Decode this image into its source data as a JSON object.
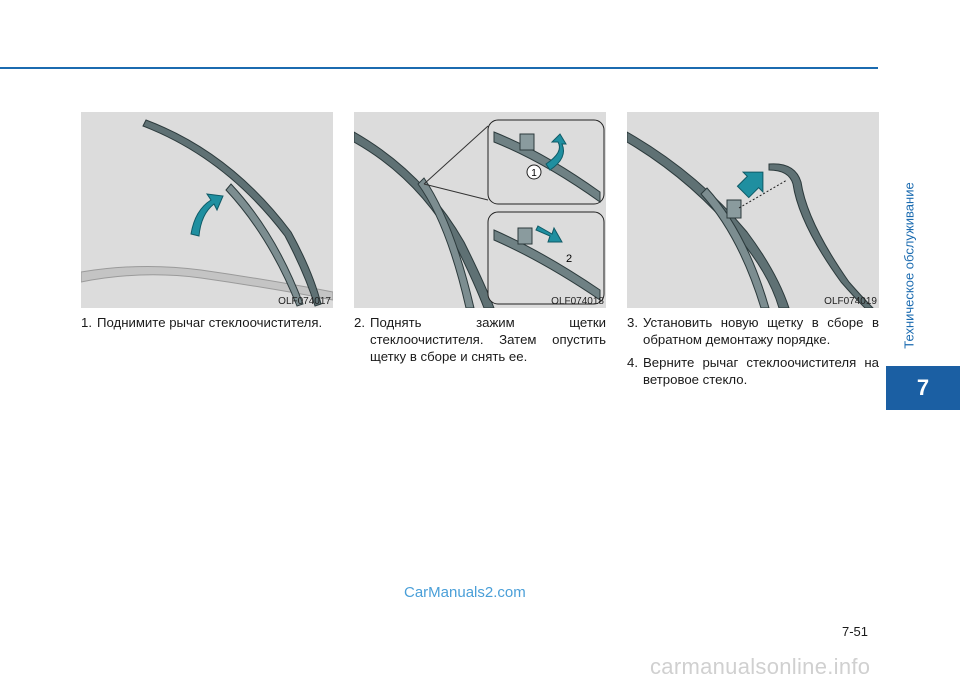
{
  "section_title": "Техническое обслуживание",
  "chapter_number": "7",
  "figures": [
    {
      "code": "OLF074017",
      "callouts": []
    },
    {
      "code": "OLF074018",
      "callouts": [
        "1",
        "2"
      ]
    },
    {
      "code": "OLF074019",
      "callouts": []
    }
  ],
  "steps": {
    "col1": [
      {
        "num": "1.",
        "text": "Поднимите рычаг стеклоочистителя."
      }
    ],
    "col2": [
      {
        "num": "2.",
        "text": "Поднять зажим щетки стеклоочистителя. Затем опустить щетку в сборе и снять ее."
      }
    ],
    "col3": [
      {
        "num": "3.",
        "text": "Установить новую щетку в сборе в обратном демонтажу порядке."
      },
      {
        "num": "4.",
        "text": "Верните рычаг стеклоочистителя на ветровое стекло."
      }
    ]
  },
  "watermark": "CarManuals2.com",
  "page_number": "7-51",
  "footer_url": "carmanualsonline.info",
  "colors": {
    "accent": "#1b6bb0",
    "arrow": "#1f8fa0"
  }
}
